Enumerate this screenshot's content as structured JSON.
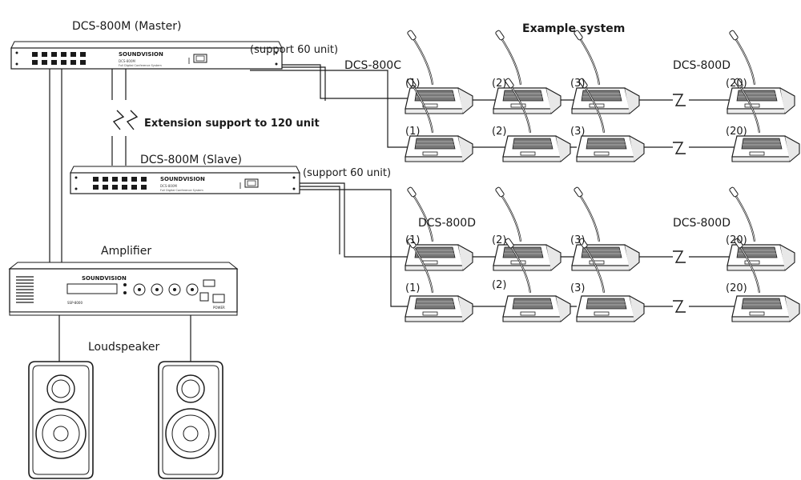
{
  "title": "Example system",
  "master": {
    "label": "DCS-800M (Master)",
    "capacity": "(support 60 unit)",
    "brand": "SOUNDVISION",
    "model_text": "DCS-800M",
    "sub_text": "Full Digital Conference System"
  },
  "slave": {
    "label": "DCS-800M (Slave)",
    "capacity": "(support 60 unit)",
    "brand": "SOUNDVISION",
    "model_text": "DCS-800M",
    "sub_text": "Full Digital Conference System"
  },
  "extension": "Extension support to 120 unit",
  "amplifier": {
    "label": "Amplifier",
    "brand": "SOUNDVISION",
    "model_text": "SSP-8000",
    "power_text": "POWER"
  },
  "loudspeaker": {
    "label": "Loudspeaker"
  },
  "unit_labels": {
    "chairman": "DCS-800C",
    "delegate": "DCS-800D"
  },
  "unit_numbers": [
    "(1)",
    "(2)",
    "(3)",
    "(20)"
  ],
  "colors": {
    "line": "#1a1a1a",
    "device": "#f3f3f3"
  }
}
